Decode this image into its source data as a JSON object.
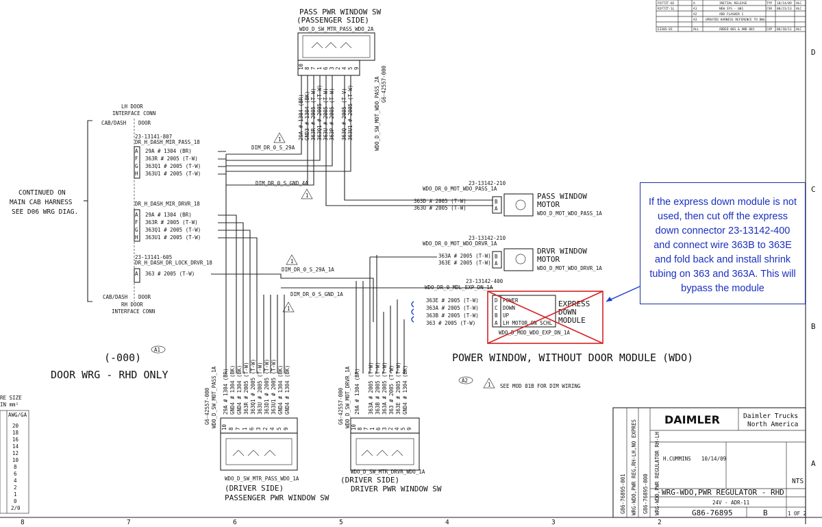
{
  "pass_switch": {
    "title": "PASS PWR WINDOW SW",
    "subtitle": "(PASSENGER SIDE)",
    "conn_name": "WDO_D_SW_MTR_PASS_WDO_2A",
    "pins": [
      "10",
      "8",
      "7",
      "1",
      "6",
      "3",
      "2",
      "4",
      "5",
      "9"
    ],
    "wires": [
      "29A # 1304 (BR)",
      "GND3 # 1304 (BK)",
      "363R # 2005 (T-W)",
      "363Q1 # 2005 (T-W)",
      "363U # 2005 (T-W)",
      "363P # 2005 (T-W)",
      "363Q # 2005 (T-V)",
      "363U1 # 2005 (T-W)"
    ],
    "part_no": "G6-42557-000",
    "harness": "WDO_D_SW_MOT_WDO_PASS_2A"
  },
  "lh_door": {
    "title1": "LH DOOR",
    "title2": "INTERFACE CONN",
    "cab": "CAB/DASH",
    "door": "DOOR",
    "part1": "23-13141-807",
    "name1": "DR_H_DASH_MIR_PASS_18",
    "rows1": [
      {
        "pin": "A",
        "wire": "29A # 1304 (BR)"
      },
      {
        "pin": "F",
        "wire": "363R # 2005 (T-W)"
      },
      {
        "pin": "G",
        "wire": "363Q1 # 2005 (T-W)"
      },
      {
        "pin": "H",
        "wire": "363U1 # 2005 (T-W)"
      }
    ],
    "splice1": "DIM_DR_0_S_29A",
    "gnd1": "DIM_DR_0_S_GND_4A",
    "name2": "DR_H_DASH_MIR_DRVR_18",
    "rows2": [
      {
        "pin": "A",
        "wire": "29A # 1304 (BR)"
      },
      {
        "pin": "F",
        "wire": "363R # 2005 (T-W)"
      },
      {
        "pin": "G",
        "wire": "363Q1 # 2005 (T-W)"
      },
      {
        "pin": "H",
        "wire": "363U1 # 2005 (T-W)"
      }
    ],
    "part3": "23-13141-605",
    "name3": "DR_H_DASH_DR_LOCK_DRVR_18",
    "rows3": [
      {
        "pin": "A",
        "wire": "363 # 2005 (T-W)"
      }
    ],
    "splice2": "DIM_DR_0_S_29A_1A",
    "gnd2": "DIM_DR_0_S_GND_1A",
    "cab2": "CAB/DASH",
    "door2": "DOOR",
    "rh1": "RH DOOR",
    "rh2": "INTERFACE CONN"
  },
  "continued": [
    "CONTINUED ON",
    "MAIN CAB HARNESS",
    "SEE D06 WRG DIAG."
  ],
  "pass_motor": {
    "part": "23-13142-210",
    "conn": "WDO_DR_0_MOT_WDO_PASS_1A",
    "label1": "PASS WINDOW",
    "label2": "MOTOR",
    "name": "WDO_D_MOT_WDO_PASS_1A",
    "rows": [
      {
        "pin": "B",
        "wire": "363D # 2005 (T-W)"
      },
      {
        "pin": "A",
        "wire": "363U # 2005 (T-W)"
      }
    ]
  },
  "drvr_motor": {
    "part": "23-13142-210",
    "conn": "WDO_DR_0_MOT_WDO_DRVR_1A",
    "label1": "DRVR WINDOW",
    "label2": "MOTOR",
    "name": "WDO_D_MOT_WDO_DRVR_1A",
    "rows": [
      {
        "pin": "B",
        "wire": "363A # 2005 (T-W)"
      },
      {
        "pin": "A",
        "wire": "363E # 2005 (T-W)"
      }
    ]
  },
  "express": {
    "part": "23-13142-400",
    "conn": "WDO_DR_0_MDL_EXP_DN_1A",
    "rows": [
      {
        "pin": "D",
        "wire": "363E # 2005 (T-W)",
        "func": "POWER"
      },
      {
        "pin": "C",
        "wire": "363A # 2005 (T-W)",
        "func": "DOWN"
      },
      {
        "pin": "B",
        "wire": "363B # 2005 (T-W)",
        "func": "UP"
      },
      {
        "pin": "A",
        "wire": "363 # 2005 (T-W)",
        "func": "LH MOTOR ON SCHL"
      }
    ],
    "module": [
      "EXPRESS",
      "DOWN",
      "MODULE"
    ],
    "name": "WDO_D_MOD_WDO_EXP_DN_1A"
  },
  "callout": "If the express down module is not used, then cut off the express down connector 23-13142-400 and connect wire 363B to 363E and fold back and install shrink tubing on 363 and 363A. This will bypass the module",
  "titles": {
    "left_code": "(-000)",
    "left_badge": "A1",
    "left_title": "DOOR WRG - RHD ONLY",
    "right_title": "POWER WINDOW, WITHOUT DOOR MODULE (WDO)",
    "note_badge": "A2",
    "note_num": "1",
    "note": "SEE MOD 81B FOR DIM WIRING"
  },
  "passenger_switch": {
    "part_no": "G6-42557-000",
    "harness": "WDO_D_SW_MOT_PASS_1A",
    "wires": [
      "29A # 1304 (BR)",
      "GND4 # 1304 (BK)",
      "GND4 # 1304 (BK)",
      "363R # 2005 (T-W)",
      "363Q1 # 2005 (T-W)",
      "363U # 2005 (T-W)",
      "363D1 # 2005 (T-W)",
      "363U1 # 2005 (T-W)",
      "GND4 # 1304 (BK)",
      "GND4 # 1304 (BK)"
    ],
    "pins": [
      "10",
      "8",
      "7",
      "1",
      "6",
      "3",
      "2",
      "4",
      "5",
      "9"
    ],
    "conn": "WDO_D_SW_MTR_PASS_WDO_1A",
    "side": "(DRIVER SIDE)",
    "title": "PASSENGER PWR WINDOW SW"
  },
  "driver_switch": {
    "part_no": "G6-42557-000",
    "harness": "WDO_D_SW_MOT_DRVR_1A",
    "wires": [
      "29A # 1304 (BR)",
      "363A # 2005 (T-W)",
      "363B # 2005 (T-W)",
      "363A # 2005 (T-W)",
      "363 # 2005 (T-W)",
      "363E # 2005 (T-W)",
      "GND4 # 1304 (BK)"
    ],
    "pins": [
      "10",
      "8",
      "7",
      "1",
      "6",
      "3",
      "2",
      "4",
      "5",
      "9"
    ],
    "conn": "WDO_D_SW_MTR_DRVR_WDO_1A",
    "side": "(DRIVER SIDE)",
    "title": "DRIVER PWR WINDOW SW"
  },
  "wire_size": {
    "title1": "RE SIZE",
    "title2": "IN mm²",
    "header": "AWG/GA",
    "rows": [
      "20",
      "18",
      "16",
      "14",
      "12",
      "10",
      "8",
      "6",
      "4",
      "2",
      "1",
      "0",
      "2/0"
    ]
  },
  "title_block": {
    "company": "DAIMLER",
    "company2": "Daimler Trucks",
    "company3": "North America",
    "side_labels": [
      "G86-76895-001",
      "WRG-WDO,PWR REG,RH-LH,NO EXPRES",
      "G86-76895-000",
      "WRG-WDO,PWR REGULATOR RH-LH"
    ],
    "title": "WRG-WDO,PWR REGULATOR - RHD",
    "sub": "24V - ADR-11",
    "dwg": "G86-76895",
    "rev": "B",
    "sheet": "1 OF 2",
    "scale": "NTS",
    "drawn": "H.CUMMINS",
    "date": "10/14/09"
  },
  "revisions": [
    {
      "ecn": "P2FTZT-02",
      "code": "A",
      "rev": "A",
      "desc": "INITIAL RELEASE",
      "by": "TYP",
      "date": "10/14/09",
      "chk": "HLC"
    },
    {
      "ecn": "R2FTZT-1L",
      "code": "A",
      "rev": "A1",
      "desc": "NEW SYS - 001",
      "by": "CSR",
      "date": "08/23/13",
      "chk": "HLC"
    },
    {
      "ecn": "",
      "code": "",
      "rev": "A2",
      "desc": "ADD FLASHER 1",
      "by": "",
      "date": "",
      "chk": ""
    },
    {
      "ecn": "",
      "code": "",
      "rev": "A3",
      "desc": "UPDATED HARNESS REFERENCE TO DWG",
      "by": "",
      "date": "",
      "chk": ""
    },
    {
      "ecn": "E330S-01",
      "code": "A",
      "rev": "ALL",
      "desc": "ADDED 001 & AND 001",
      "by": "CXP",
      "date": "06/10/11",
      "chk": "HLC"
    }
  ],
  "zones_right": [
    "D",
    "C",
    "B",
    "A"
  ],
  "zones_bottom": [
    "8",
    "7",
    "6",
    "5",
    "4",
    "3",
    "2"
  ]
}
